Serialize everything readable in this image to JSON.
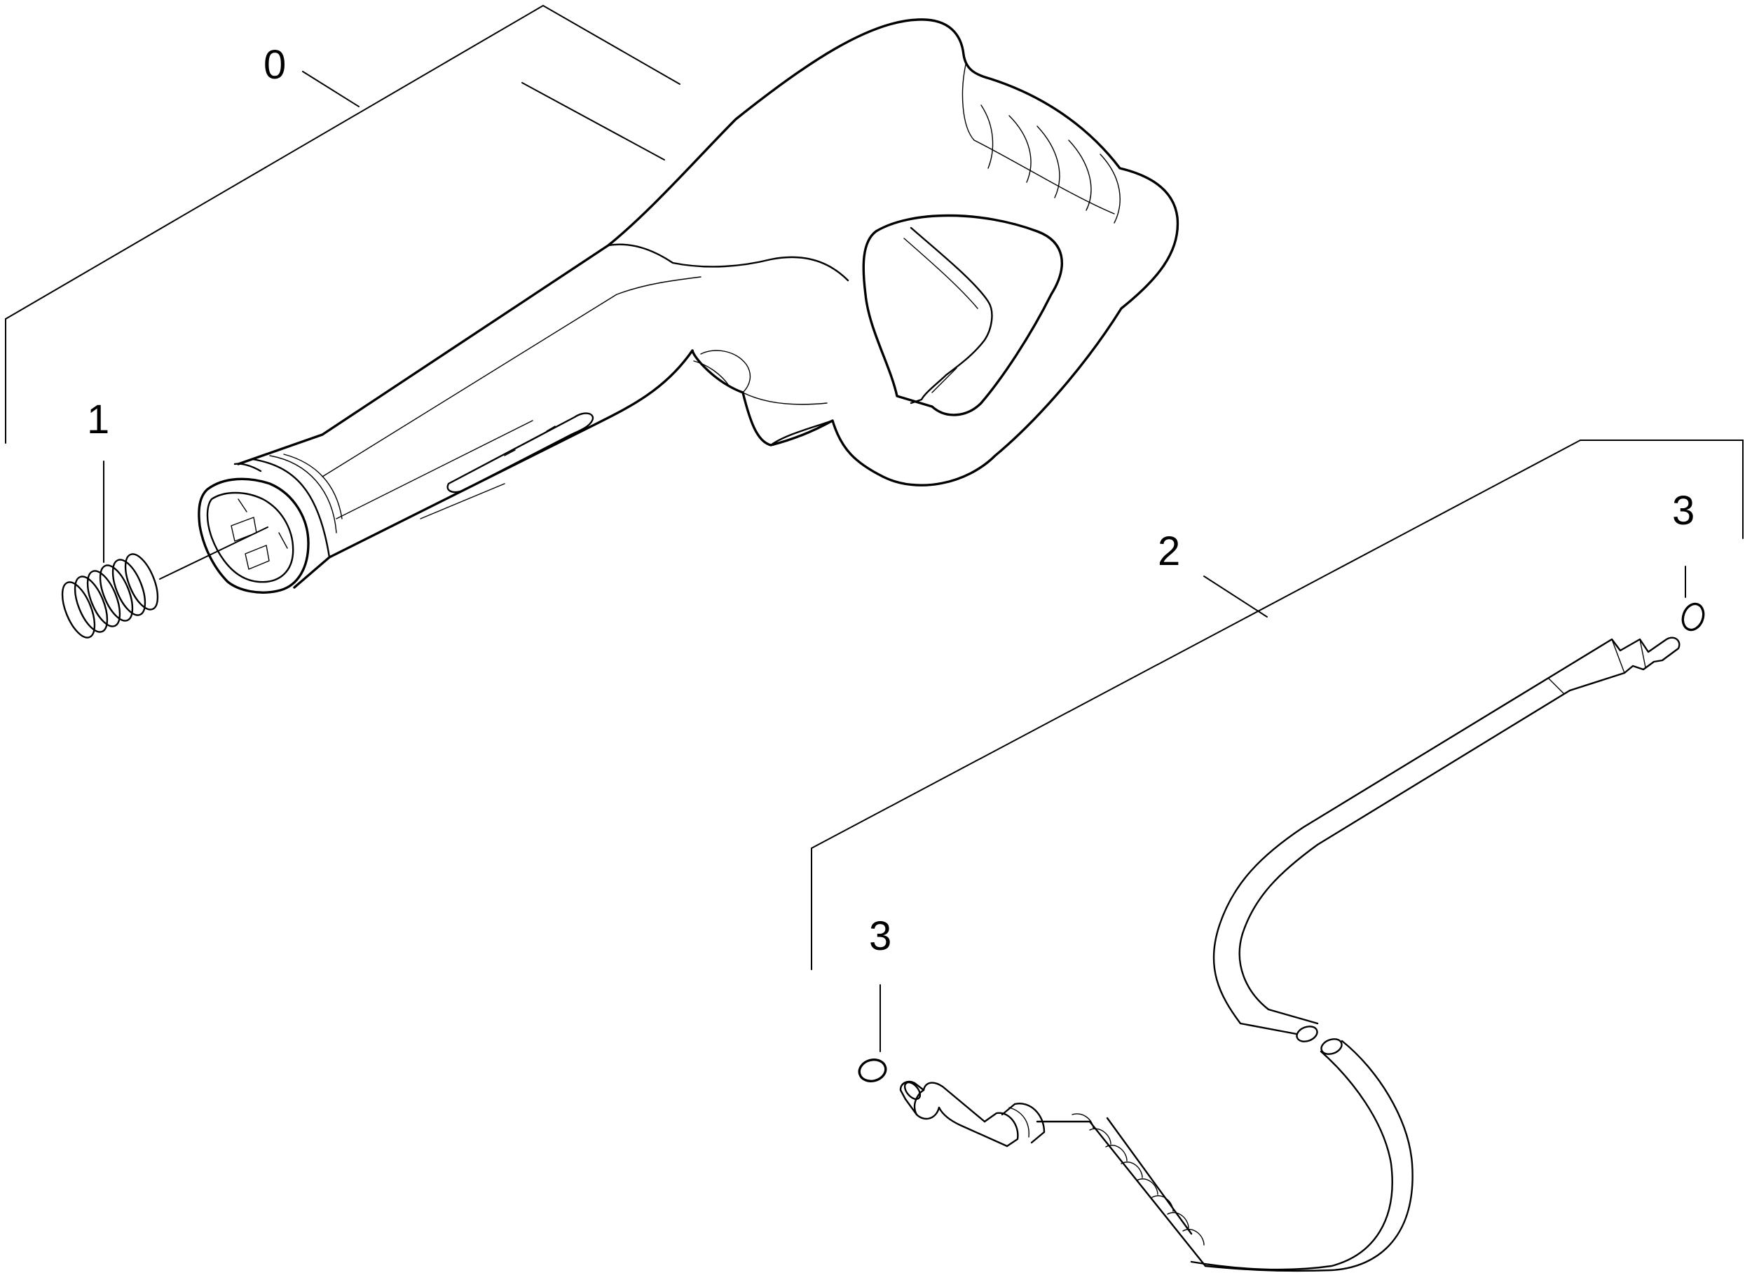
{
  "diagram": {
    "callouts": {
      "c0": "0",
      "c1": "1",
      "c2": "2",
      "c3_top": "3",
      "c3_bottom": "3"
    },
    "parts": {
      "gun": "spray-gun",
      "spring": "spring",
      "lance": "spray-lance",
      "oring": "o-ring"
    },
    "line_color": "#000000",
    "background_color": "#ffffff"
  }
}
